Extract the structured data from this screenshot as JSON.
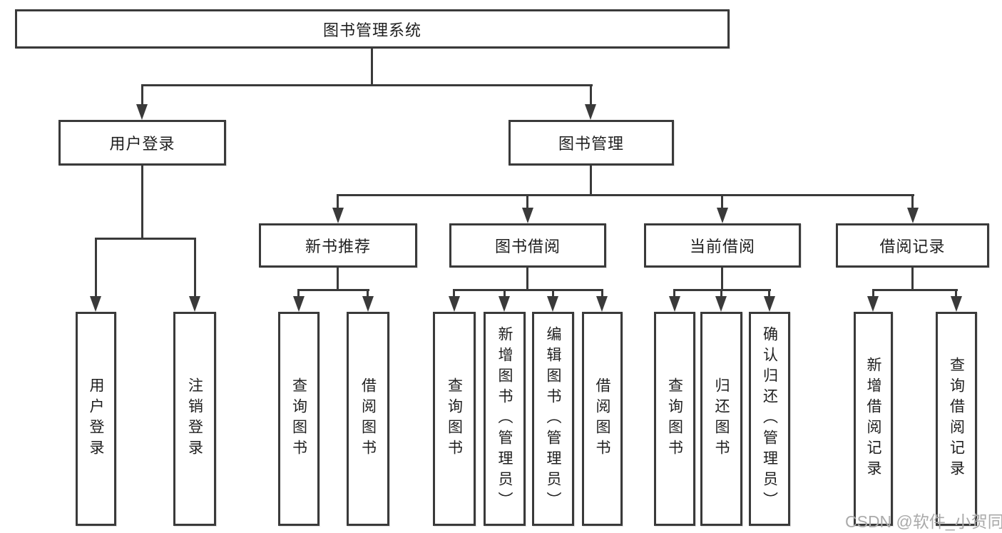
{
  "diagram": {
    "title": "图书管理系统",
    "colors": {
      "line": "#3a3a3a",
      "text": "#1f1f1f",
      "background": "#ffffff"
    },
    "root": {
      "label": "图书管理系统"
    },
    "branches": [
      {
        "label": "用户登录",
        "children": [
          {
            "label": "用户登录"
          },
          {
            "label": "注销登录"
          }
        ]
      },
      {
        "label": "图书管理",
        "groups": [
          {
            "label": "新书推荐",
            "children": [
              {
                "label": "查询图书"
              },
              {
                "label": "借阅图书"
              }
            ]
          },
          {
            "label": "图书借阅",
            "children": [
              {
                "label": "查询图书"
              },
              {
                "label": "新增图书（管理员）"
              },
              {
                "label": "编辑图书（管理员）"
              },
              {
                "label": "借阅图书"
              }
            ]
          },
          {
            "label": "当前借阅",
            "children": [
              {
                "label": "查询图书"
              },
              {
                "label": "归还图书"
              },
              {
                "label": "确认归还（管理员）"
              }
            ]
          },
          {
            "label": "借阅记录",
            "children": [
              {
                "label": "新增借阅记录"
              },
              {
                "label": "查询借阅记录"
              }
            ]
          }
        ]
      }
    ]
  },
  "watermark": {
    "text": "CSDN @软件_小贺同学",
    "color": "#aaaaaa"
  }
}
